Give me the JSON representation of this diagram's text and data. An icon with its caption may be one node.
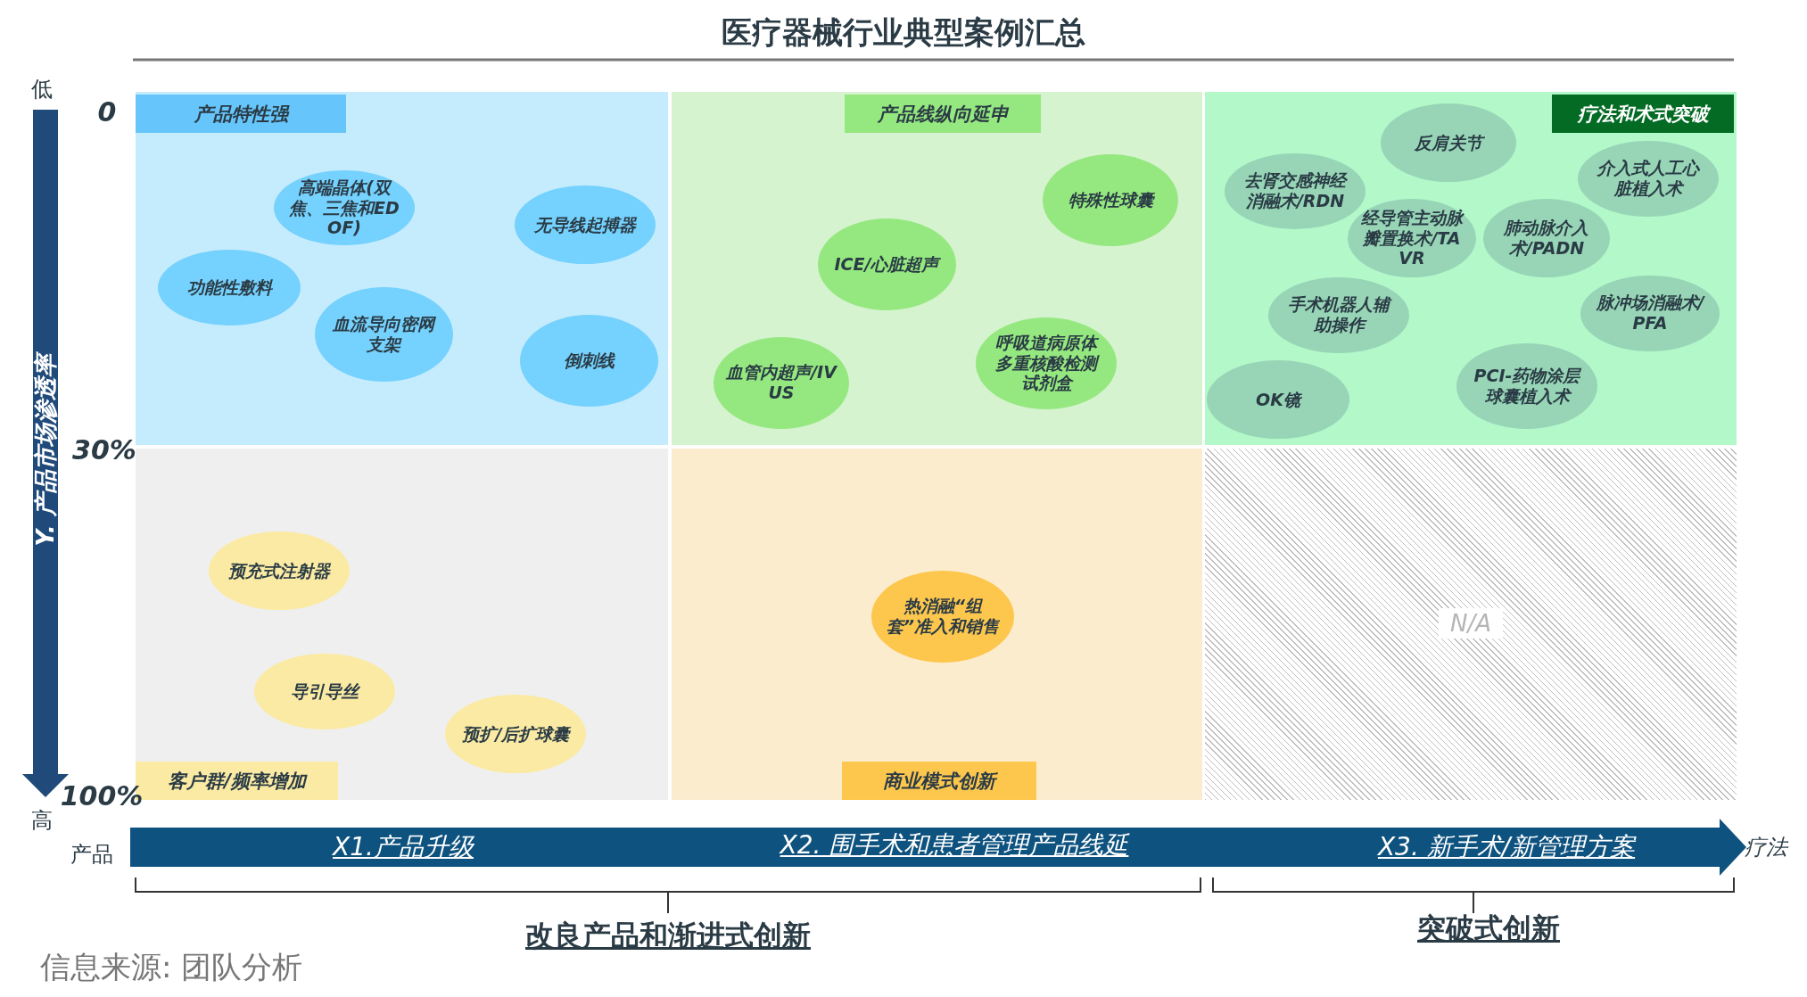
{
  "diagram": {
    "title": "医疗器械行业典型案例汇总",
    "caption": "信息来源: 团队分析",
    "nodes": [
      {
        "text": [
          "产品特性强"
        ]
      },
      {
        "text": [
          "高端晶体(双焦、三焦和EDOF)"
        ],
        "in": 0
      },
      {
        "text": [
          "功能性敷料"
        ],
        "in": 0
      },
      {
        "text": [
          "无导线起搏器"
        ],
        "in": 0
      },
      {
        "text": [
          "血流导向密网支架"
        ],
        "in": 0
      },
      {
        "text": [
          "倒刺线"
        ],
        "in": 0
      },
      {
        "text": [
          "产品线纵向延申"
        ]
      },
      {
        "text": [
          "特殊性球囊"
        ],
        "in": 6
      },
      {
        "text": [
          "ICE/心脏超声"
        ],
        "in": 6
      },
      {
        "text": [
          "血管内超声/IVUS"
        ],
        "in": 6
      },
      {
        "text": [
          "呼吸道病原体多重核酸检测试剂盒"
        ],
        "in": 6
      },
      {
        "text": [
          "疗法和术式突破"
        ]
      },
      {
        "text": [
          "反肩关节"
        ],
        "in": 11
      },
      {
        "text": [
          "去肾交感神经消融术/RDN"
        ],
        "in": 11
      },
      {
        "text": [
          "介入式人工心脏植入术"
        ],
        "in": 11
      },
      {
        "text": [
          "经导管主动脉瓣置换术/TAVR"
        ],
        "in": 11
      },
      {
        "text": [
          "肺动脉介入术/PADN"
        ],
        "in": 11
      },
      {
        "text": [
          "手术机器人辅助操作"
        ],
        "in": 11
      },
      {
        "text": [
          "脉冲场消融术/PFA"
        ],
        "in": 11
      },
      {
        "text": [
          "OK镜"
        ],
        "in": 11
      },
      {
        "text": [
          "PCI-药物涂层球囊植入术"
        ],
        "in": 11
      },
      {
        "text": [
          "客户群/频率增加"
        ]
      },
      {
        "text": [
          "预充式注射器"
        ],
        "in": 21
      },
      {
        "text": [
          "导引导丝"
        ],
        "in": 21
      },
      {
        "text": [
          "预扩/后扩球囊"
        ],
        "in": 21
      },
      {
        "text": [
          "商业模式创新"
        ]
      },
      {
        "text": [
          "热消融“组套”准入和销售"
        ],
        "in": 25
      },
      {
        "text": [
          "N/A"
        ]
      }
    ],
    "labels": [
      "低",
      "0",
      "30%",
      "100%",
      "高",
      "Y. 产品市场渗透率",
      "产品",
      "X1.产品升级",
      "X2. 围手术和患者管理产品线延",
      "X3. 新手术/新管理方案",
      "疗法",
      "改良产品和渐进式创新",
      "突破式创新"
    ]
  }
}
